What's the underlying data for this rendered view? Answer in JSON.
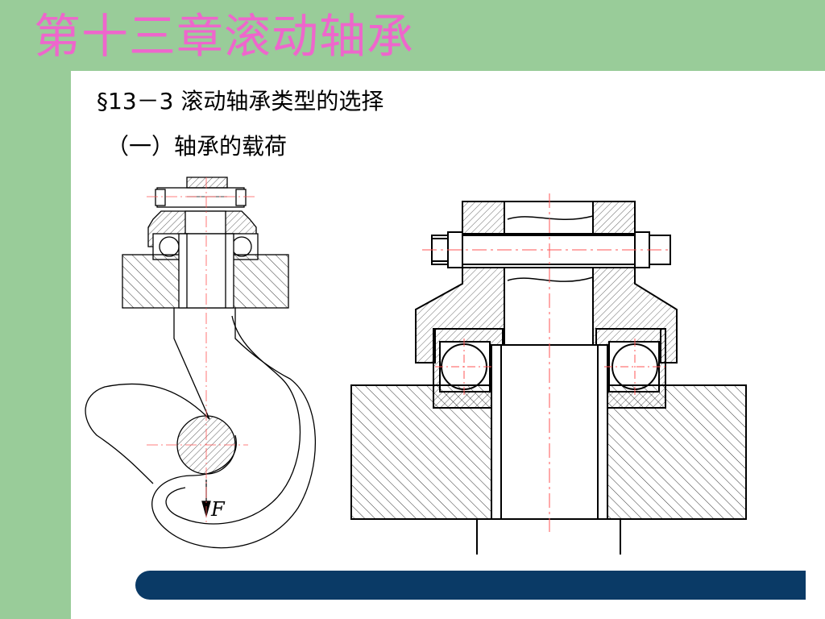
{
  "slide": {
    "title": "第十三章滚动轴承",
    "section_heading": "§13－3 滚动轴承类型的选择",
    "sub_heading": "（一）轴承的载荷",
    "force_label": "F"
  },
  "colors": {
    "title": "#ee66cc",
    "side_band": "#99cc99",
    "bottom_bar": "#0a3a66",
    "centerline": "#ff5555",
    "line": "#000000"
  }
}
